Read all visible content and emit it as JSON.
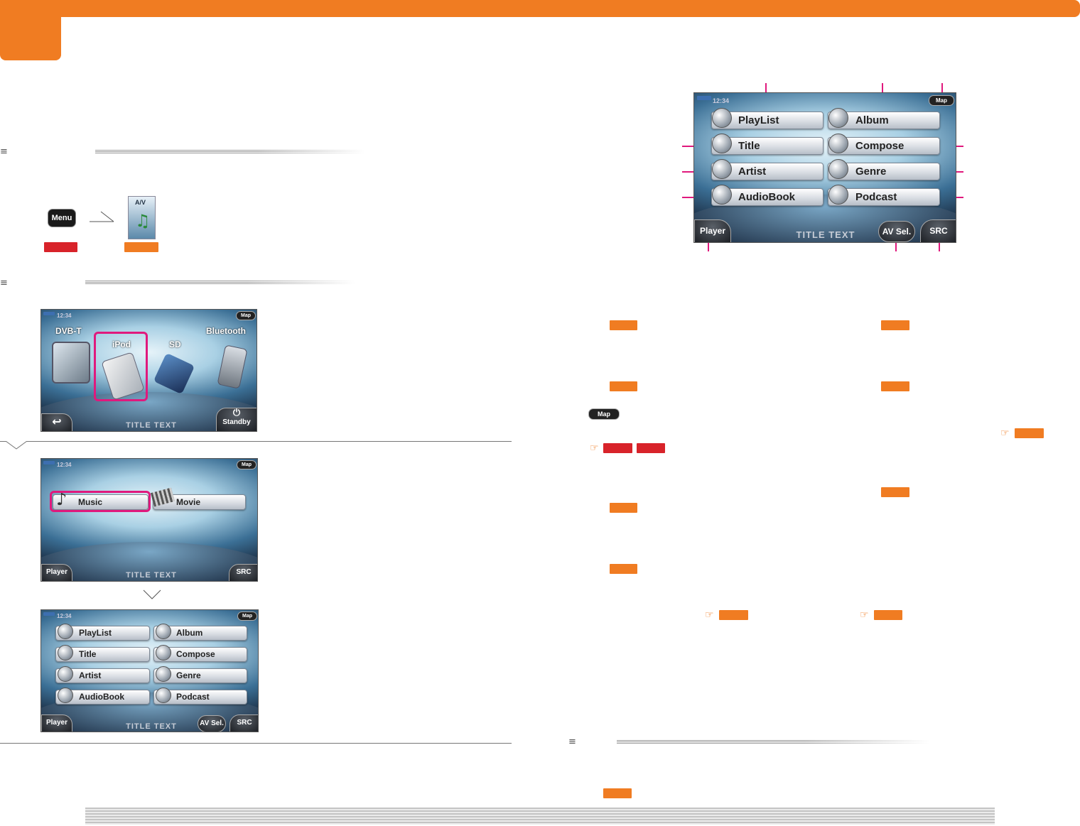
{
  "menu_button": "Menu",
  "av_tile": {
    "label": "A/V",
    "icon": "music-note-icon"
  },
  "colors": {
    "accent": "#f07c22",
    "red": "#d8232a",
    "callout": "#e0197d"
  },
  "screen_source": {
    "clock": "12:34",
    "map": "Map",
    "sources": [
      "DVB-T",
      "iPod",
      "SD",
      "Bluetooth"
    ],
    "highlighted": "iPod",
    "title_text": "TITLE TEXT",
    "standby": "Standby"
  },
  "screen_media": {
    "clock": "12:34",
    "map": "Map",
    "buttons": [
      "Music",
      "Movie"
    ],
    "highlighted": "Music",
    "title_text": "TITLE TEXT",
    "player": "Player",
    "src": "SRC"
  },
  "screen_music_small": {
    "clock": "12:34",
    "map": "Map",
    "buttons": [
      "PlayList",
      "Album",
      "Title",
      "Compose",
      "Artist",
      "Genre",
      "AudioBook",
      "Podcast"
    ],
    "title_text": "TITLE TEXT",
    "player": "Player",
    "av_sel": "AV Sel.",
    "src": "SRC"
  },
  "screen_music_large": {
    "clock": "12:34",
    "map": "Map",
    "buttons": [
      "PlayList",
      "Album",
      "Title",
      "Compose",
      "Artist",
      "Genre",
      "AudioBook",
      "Podcast"
    ],
    "title_text": "TITLE TEXT",
    "player": "Player",
    "av_sel": "AV Sel.",
    "src": "SRC"
  },
  "map_icon_label": "Map",
  "ref_symbol": "☞"
}
